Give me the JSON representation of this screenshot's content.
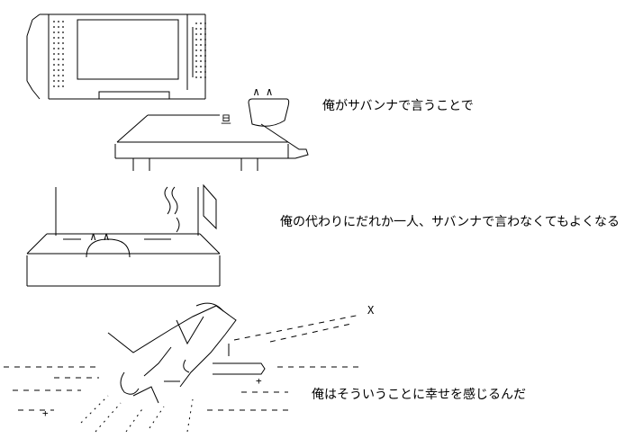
{
  "captions": {
    "line1": "俺がサバンナで言うことで",
    "line2": "俺の代わりにだれか一人、サバンナで言わなくてもよくなる",
    "line3": "俺はそういうことに幸せを感じるんだ"
  },
  "ascii": {
    "ears": "∧ ∧",
    "kanji_sign": "旦",
    "plus_mark": "+",
    "x_mark": "X"
  },
  "colors": {
    "ink": "#000000",
    "paper": "#ffffff"
  }
}
